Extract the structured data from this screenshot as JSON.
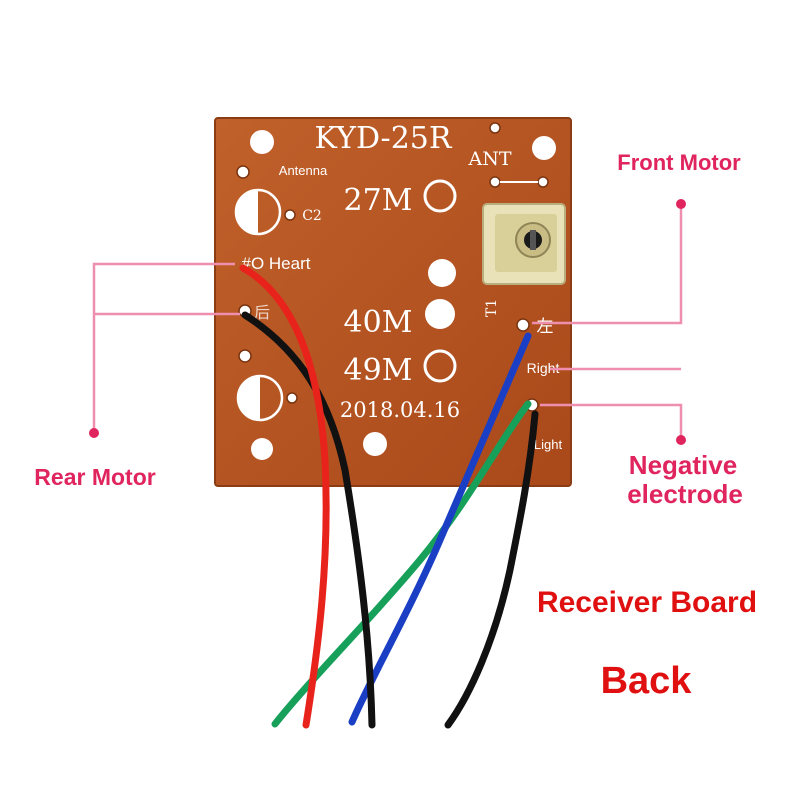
{
  "board": {
    "model": "KYD-25R",
    "ant": "ANT",
    "freq_27": "27M",
    "freq_40": "40M",
    "freq_49": "49M",
    "date": "2018.04.16",
    "c2": "C2",
    "t1": "T1",
    "left_char": "左",
    "back_char": "后",
    "pad_antenna": "Antenna",
    "pad_heart": "#O Heart",
    "pad_right": "Right",
    "pad_light": "Light"
  },
  "labels": {
    "front_motor": "Front Motor",
    "rear_motor": "Rear Motor",
    "negative_1": "Negative",
    "negative_2": "electrode",
    "receiver_board": "Receiver Board",
    "back": "Back"
  },
  "colors": {
    "pcb": "#b5531e",
    "accent": "#e0245e",
    "red_text": "#e01010",
    "wire_red": "#e8231c",
    "wire_black": "#111111",
    "wire_blue": "#1a3fc4",
    "wire_green": "#16a05a"
  }
}
